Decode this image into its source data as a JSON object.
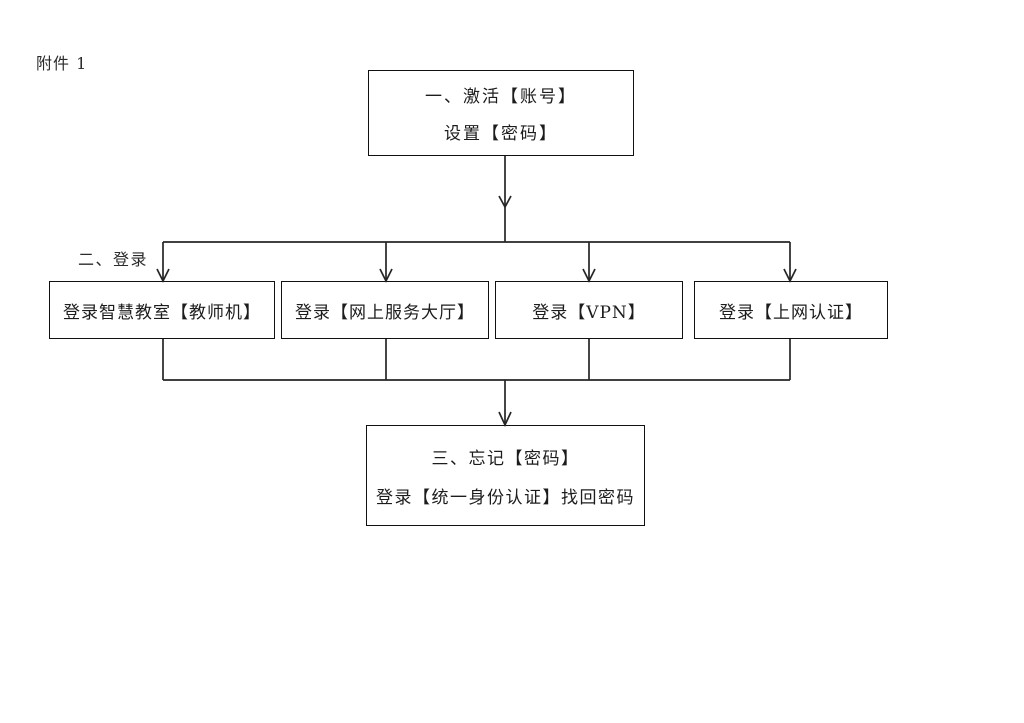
{
  "document": {
    "attachment_label": "附件 1"
  },
  "diagram": {
    "type": "flowchart",
    "orientation": "top-down",
    "stage_labels": [
      {
        "id": "stage-login",
        "text": "二、登录"
      }
    ],
    "nodes": {
      "top": {
        "id": "activate-account",
        "lines": [
          "一、激活【账号】",
          "设置【密码】"
        ]
      },
      "middle": [
        {
          "id": "login-smart-classroom",
          "label": "登录智慧教室【教师机】"
        },
        {
          "id": "login-online-service-hall",
          "label": "登录【网上服务大厅】"
        },
        {
          "id": "login-vpn",
          "label": "登录【VPN】"
        },
        {
          "id": "login-network-auth",
          "label": "登录【上网认证】"
        }
      ],
      "bottom": {
        "id": "forgot-password",
        "lines": [
          "三、忘记【密码】",
          "登录【统一身份认证】找回密码"
        ]
      }
    },
    "colors": {
      "stroke": "#262626",
      "node_border": "#111111",
      "text": "#1c1c1c",
      "background": "#ffffff"
    }
  }
}
